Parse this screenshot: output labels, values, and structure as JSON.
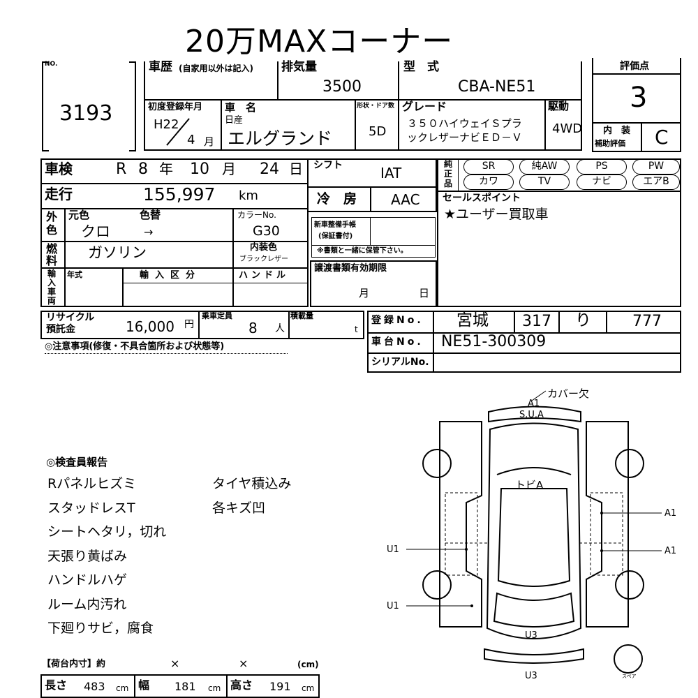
{
  "header": {
    "title": "20万MAXコーナー"
  },
  "lot": {
    "no_label": "NO.",
    "number": "3193"
  },
  "history": {
    "label": "車歴",
    "note": "(自家用以外は記入)"
  },
  "displacement": {
    "label": "排気量",
    "value": "3500"
  },
  "model": {
    "label": "型　式",
    "value": "CBA-NE51"
  },
  "first_reg": {
    "label": "初度登録年月",
    "era": "H22",
    "month": "4",
    "month_unit": "月"
  },
  "car_name": {
    "label": "車　名",
    "maker": "日産",
    "name": "エルグランド"
  },
  "body_type": {
    "label": "形状・ドア数",
    "value": "5D"
  },
  "grade": {
    "label": "グレード",
    "line1": "３５０ハイウェイＳプラ",
    "line2": "ックレザーナビＥＤ－Ｖ"
  },
  "drive": {
    "label": "駆動",
    "value": "4WD"
  },
  "score": {
    "label": "評価点",
    "value": "3",
    "interior_label1": "内　装",
    "interior_label2": "補助評価",
    "interior_value": "C"
  },
  "shaken": {
    "label": "車検",
    "era": "R",
    "year": "8",
    "year_unit": "年",
    "month": "10",
    "month_unit": "月",
    "day": "24",
    "day_unit": "日"
  },
  "mileage": {
    "label": "走行",
    "value": "155,997",
    "unit": "km"
  },
  "shift": {
    "label": "シフト",
    "value": "IAT"
  },
  "aircon": {
    "label": "冷　房",
    "value": "AAC"
  },
  "equipment": {
    "label1": "純",
    "label2": "正",
    "label3": "品",
    "items": [
      "SR",
      "純AW",
      "PS",
      "PW",
      "カワ",
      "TV",
      "ナビ",
      "エアB"
    ]
  },
  "color": {
    "label1": "外",
    "label2": "色",
    "orig_label": "元色",
    "orig_value": "クロ",
    "change_label": "色替",
    "change_value": "→",
    "code_label": "カラーNo.",
    "code_value": "G30"
  },
  "fuel": {
    "label1": "燃",
    "label2": "料",
    "value": "ガソリン",
    "interior_color_label": "内装色",
    "interior_color_value": "ブラックレザー"
  },
  "maintenance": {
    "label1": "新車整備手帳",
    "label2": "(保証書付)",
    "note": "※書類と一緒に保管下さい。"
  },
  "import": {
    "label1": "輸",
    "label2": "入",
    "label3": "車",
    "label4": "両",
    "year_label": "年式",
    "category_label": "輸入区分",
    "handle_label": "ハンドル"
  },
  "transfer": {
    "label": "譲渡書類有効期限",
    "month_unit": "月",
    "day_unit": "日"
  },
  "sales_point": {
    "label": "セールスポイント",
    "text": "★ユーザー買取車"
  },
  "recycle": {
    "label1": "リサイクル",
    "label2": "預託金",
    "value": "16,000",
    "unit": "円"
  },
  "capacity": {
    "label": "乗車定員",
    "value": "8",
    "unit": "人"
  },
  "load": {
    "label": "積載量",
    "unit": "t"
  },
  "registration": {
    "label": "登録No.",
    "region": "宮城",
    "class": "317",
    "kana": "り",
    "number": "777"
  },
  "chassis": {
    "label": "車台No.",
    "value": "NE51-300309"
  },
  "serial": {
    "label": "シリアルNo."
  },
  "notes": {
    "label": "◎注意事項(修復・不具合箇所および状態等)"
  },
  "inspector": {
    "label": "◎検査員報告",
    "left": [
      "Rパネルヒズミ",
      "スタッドレスT",
      "シートヘタリ，切れ",
      "天張り黄ばみ",
      "ハンドルハゲ",
      "ルーム内汚れ",
      "下廻りサビ，腐食"
    ],
    "right": [
      "タイヤ積込み",
      "各キズ凹"
    ]
  },
  "cargo": {
    "label": "【荷台内寸】約",
    "x1": "×",
    "x2": "×",
    "cm_label": "(cm)",
    "length_label": "長さ",
    "length_value": "483",
    "width_label": "幅",
    "width_value": "181",
    "height_label": "高さ",
    "height_value": "191",
    "cm": "cm"
  },
  "diagram": {
    "cover_missing": "カバー欠",
    "front_a1": "A1",
    "front_sua": "S.U.A",
    "roof": "トビA",
    "right_a1_upper": "A1",
    "right_a1_lower": "A1",
    "left_u1_upper": "U1",
    "left_u1_lower": "U1",
    "rear_u3": "U3",
    "bottom_u3": "U3",
    "spare": "スペア"
  }
}
